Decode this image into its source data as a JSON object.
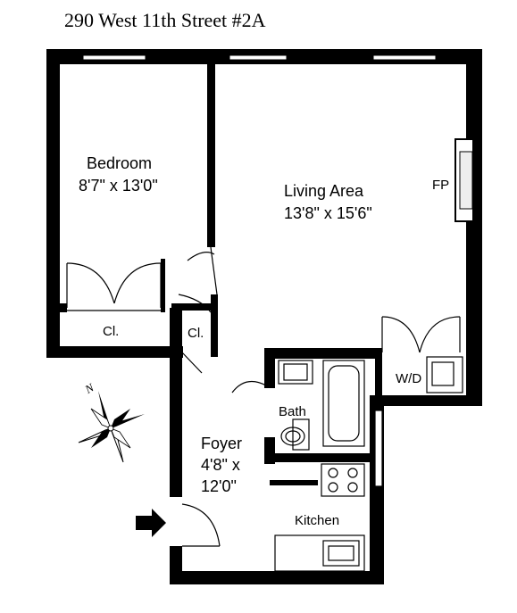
{
  "title": "290 West 11th Street #2A",
  "rooms": {
    "bedroom": {
      "name": "Bedroom",
      "size": "8'7\" x 13'0\""
    },
    "living": {
      "name": "Living Area",
      "size": "13'8\" x 15'6\""
    },
    "foyer": {
      "name": "Foyer",
      "size_line1": "4'8\" x",
      "size_line2": "12'0\""
    },
    "bath": {
      "name": "Bath"
    },
    "kitchen": {
      "name": "Kitchen"
    }
  },
  "labels": {
    "fireplace": "FP",
    "closet_bedroom": "Cl.",
    "closet_hall": "Cl.",
    "washer_dryer": "W/D",
    "compass_north": "N"
  },
  "colors": {
    "wall": "#000000",
    "background": "#ffffff"
  },
  "icons": {
    "compass": "compass-rose-icon",
    "entry": "entry-arrow-icon"
  }
}
